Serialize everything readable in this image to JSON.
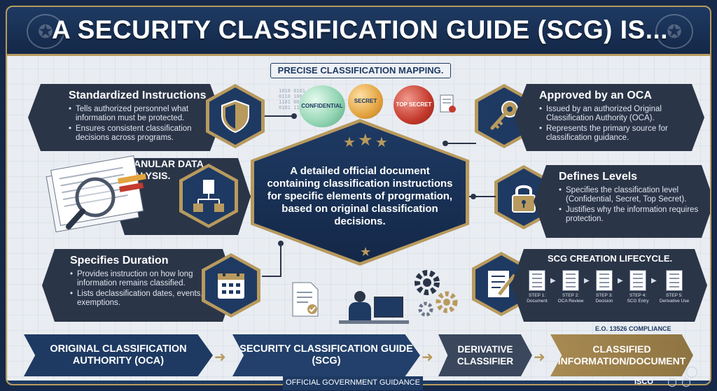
{
  "header": {
    "title": "A SECURITY CLASSIFICATION GUIDE (SCG) IS...",
    "subtitle": "PRECISE CLASSIFICATION MAPPING."
  },
  "levels": [
    "CONFIDENTIAL",
    "SECRET",
    "TOP SECRET"
  ],
  "panels": {
    "standardized": {
      "title": "Standardized Instructions",
      "bullets": [
        "Tells authorized personnel what information must be protected.",
        "Ensures consistent classification decisions across programs."
      ]
    },
    "granular": {
      "title": "GRANULAR DATA ANALYSIS."
    },
    "duration": {
      "title": "Specifies Duration",
      "bullets": [
        "Provides instruction on how long information remains classified.",
        "Lists declassification dates, events, or exemptions."
      ]
    },
    "oca": {
      "title": "Approved by an OCA",
      "bullets": [
        "Issued by an authorized Original Classification Authority (OCA).",
        "Represents the primary source for classification guidance."
      ]
    },
    "levels_panel": {
      "title": "Defines Levels",
      "bullets": [
        "Specifies the classification level (Confidential, Secret, Top Secret).",
        "Justifies why the information requires protection."
      ]
    },
    "lifecycle": {
      "title": "SCG CREATION LIFECYCLE.",
      "steps": [
        {
          "num": "STEP 1:",
          "label": "Document"
        },
        {
          "num": "STEP 2:",
          "label": "OCA Review"
        },
        {
          "num": "STEP 3:",
          "label": "Decision"
        },
        {
          "num": "STEP 4:",
          "label": "SCG Entry"
        },
        {
          "num": "STEP 5:",
          "label": "Derivative Use"
        }
      ]
    }
  },
  "center": {
    "text": "A detailed official document containing classification instructions for specific elements of progrmation, based on original classification decisions."
  },
  "flow": [
    "ORIGINAL CLASSIFICATION AUTHORITY (OCA)",
    "SECURITY CLASSIFICATION GUIDE (SCG)",
    "DERIVATIVE CLASSIFIER",
    "CLASSIFIED INFORMATION/DOCUMENT"
  ],
  "compliance": "E.O. 13526 COMPLIANCE",
  "footer": "OFFICIAL GOVERNMENT GUIDANCE",
  "logo_text": "ISCO",
  "colors": {
    "navy": "#1e3a63",
    "slate": "#2b3548",
    "gold": "#b89a5e",
    "confidential": "#8fd3b0",
    "secret": "#e3a33f",
    "top_secret": "#c43a2d"
  }
}
